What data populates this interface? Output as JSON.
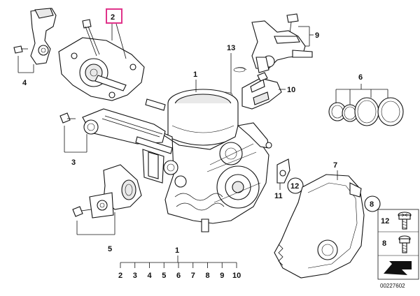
{
  "callouts": {
    "c1_top": "1",
    "c2": "2",
    "c3": "3",
    "c4": "4",
    "c5": "5",
    "c6": "6",
    "c7": "7",
    "c9": "9",
    "c10": "10",
    "c11": "11",
    "c13": "13"
  },
  "circled": {
    "c12": "12",
    "c8": "8"
  },
  "bottom_group": {
    "label": "1",
    "items": [
      "2",
      "3",
      "4",
      "5",
      "6",
      "7",
      "8",
      "9",
      "10"
    ]
  },
  "legend": {
    "item12": "12",
    "item8": "8"
  },
  "diagram_id": "00227602",
  "colors": {
    "highlight": "#e0338a",
    "ink": "#111111"
  }
}
